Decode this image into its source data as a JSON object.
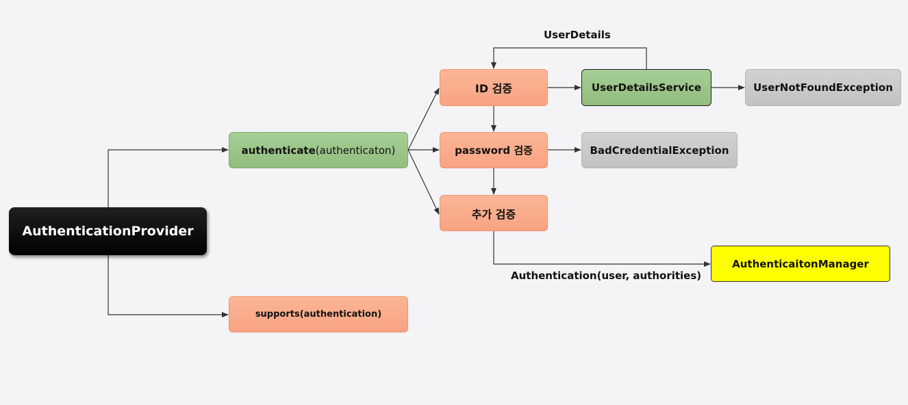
{
  "nodes": {
    "authentication_provider": "AuthenticationProvider",
    "authenticate_method": "authenticate",
    "authenticate_param": "(authenticaton)",
    "supports_method": "supports(authentication)",
    "id_check": "ID 검증",
    "password_check": "password 검증",
    "extra_check": "추가 검증",
    "user_details_service": "UserDetailsService",
    "user_not_found_exception": "UserNotFoundException",
    "bad_credential_exception": "BadCredentialException",
    "authentication_manager": "AuthenticaitonManager"
  },
  "edge_labels": {
    "user_details": "UserDetails",
    "authentication_result": "Authentication(user, authorities)"
  },
  "colors": {
    "background": "#f4f3f6",
    "green": "#9bc688",
    "salmon": "#f9ab8a",
    "gray": "#c8c8c8",
    "yellow": "#ffff00",
    "black": "#000000",
    "line": "#333333"
  }
}
